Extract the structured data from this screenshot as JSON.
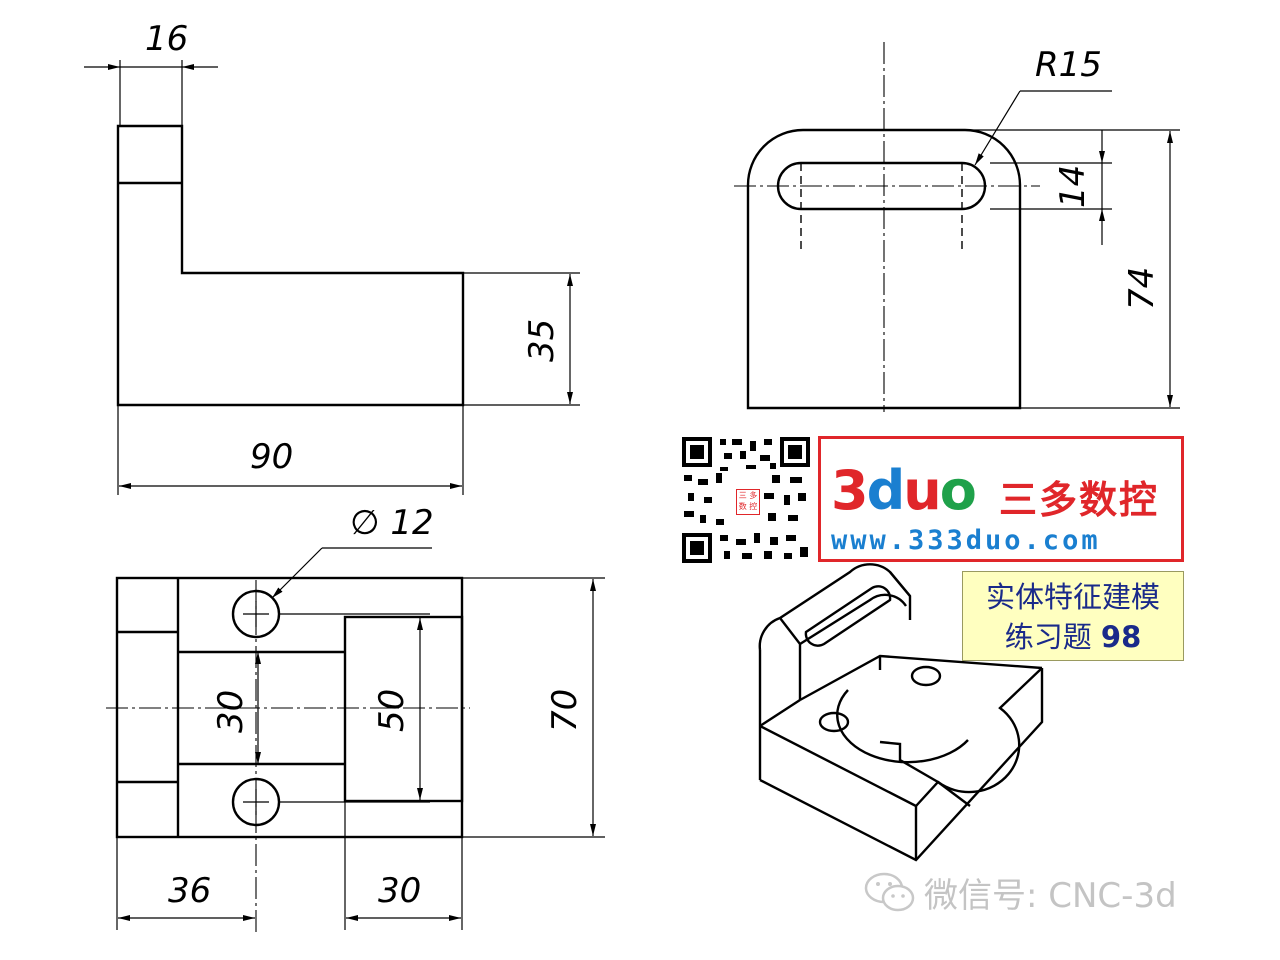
{
  "front_view": {
    "dims": {
      "width_top": "16",
      "height_right": "35",
      "width_total": "90"
    }
  },
  "side_view": {
    "dims": {
      "radius": "R15",
      "slot_width": "14",
      "height_total": "74"
    }
  },
  "top_view": {
    "dims": {
      "hole_dia": "∅ 12",
      "hole_spacing": "30",
      "pocket": "50",
      "depth_total": "70",
      "left_offset": "36",
      "pocket_width": "30"
    }
  },
  "brand": {
    "logo_3": "3",
    "logo_d": "d",
    "logo_u": "u",
    "logo_o": "o",
    "name_cn": "三多数控",
    "url": "www.333duo.com",
    "qr_badge_line1": "三 多",
    "qr_badge_line2": "数 控"
  },
  "title": {
    "line1": "实体特征建模",
    "line2_prefix": "练习题 ",
    "line2_number": "98"
  },
  "watermark": {
    "text": "微信号: CNC-3d"
  }
}
